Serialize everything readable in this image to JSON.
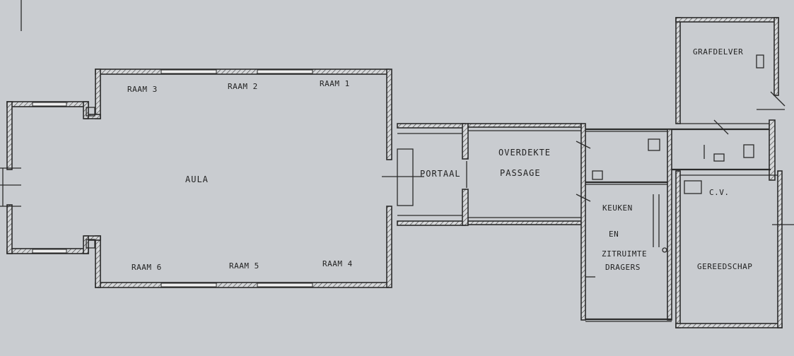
{
  "rooms": {
    "aula": "AULA",
    "portaal": "PORTAAL",
    "passage_line1": "OVERDEKTE",
    "passage_line2": "PASSAGE",
    "grafdelver": "GRAFDELVER",
    "cv": "C.V.",
    "keuken_line1": "KEUKEN",
    "keuken_line2": "EN",
    "keuken_line3": "ZITRUIMTE",
    "keuken_line4": "DRAGERS",
    "gereedschap": "GEREEDSCHAP"
  },
  "windows": {
    "raam1": "RAAM 1",
    "raam2": "RAAM 2",
    "raam3": "RAAM 3",
    "raam4": "RAAM 4",
    "raam5": "RAAM 5",
    "raam6": "RAAM 6"
  },
  "colors": {
    "paper": "#c9ccd0",
    "ink": "#2b2b2b"
  }
}
